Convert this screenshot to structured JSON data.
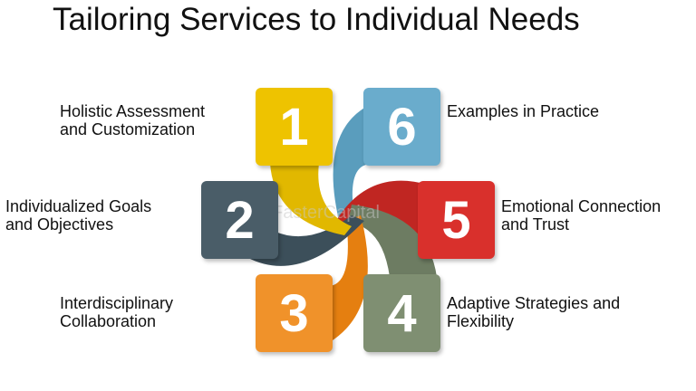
{
  "title": "Tailoring Services to Individual Needs",
  "watermark": "FasterCapital",
  "steps": [
    {
      "number": "1",
      "label": "Holistic Assessment\nand Customization",
      "color": "#eec300"
    },
    {
      "number": "2",
      "label": "Individualized Goals\nand Objectives",
      "color": "#4a5d68"
    },
    {
      "number": "3",
      "label": "Interdisciplinary\nCollaboration",
      "color": "#f0922a"
    },
    {
      "number": "4",
      "label": "Adaptive Strategies and\nFlexibility",
      "color": "#7f8f72"
    },
    {
      "number": "5",
      "label": "Emotional Connection\nand Trust",
      "color": "#d9302c"
    },
    {
      "number": "6",
      "label": "Examples in Practice",
      "color": "#6aaccc"
    }
  ]
}
